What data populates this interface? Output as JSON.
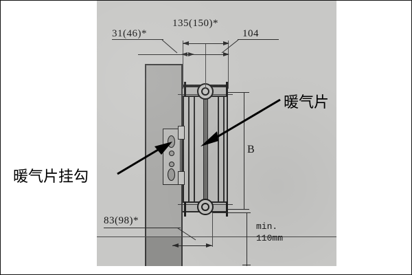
{
  "figure": {
    "type": "technical-installation-diagram",
    "subject": "wall-mounted radiator side-section with mounting bracket",
    "background_color": "#c8c8c6",
    "line_color": "#2b2b2b"
  },
  "dimensions": {
    "depth_135": "135(150)*",
    "offset_31": "31(46)*",
    "width_104": "104",
    "floor_83": "83(98)*",
    "height_b": "B",
    "clearance_label": "min.",
    "clearance_value": "110mm"
  },
  "annotations": {
    "radiator": "暖气片",
    "radiator_hook": "暖气片挂勾"
  }
}
